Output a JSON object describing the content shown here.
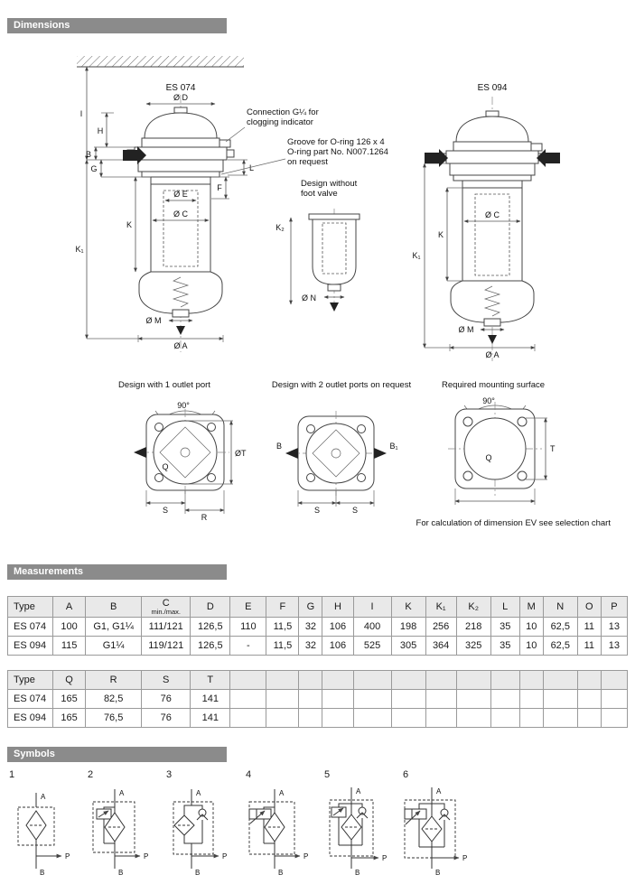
{
  "colors": {
    "section_bar": "#8b8b8b",
    "table_header_bg": "#e9e9e9"
  },
  "sections": {
    "dimensions": {
      "title": "Dimensions"
    },
    "measurements": {
      "title": "Measurements"
    },
    "symbols_sec": {
      "title": "Symbols"
    }
  },
  "drawing": {
    "es074_label": "ES 074",
    "es094_label": "ES 094",
    "notes": {
      "connection_l1": "Connection G¼ for",
      "connection_l2": "clogging indicator",
      "groove_l1": "Groove for O-ring 126 x 4",
      "groove_l2": "O-ring part No. N007.1264",
      "groove_l3": "on request",
      "no_foot_l1": "Design without",
      "no_foot_l2": "foot valve"
    },
    "dims": {
      "dia_d": "Ø D",
      "dia_e": "Ø E",
      "dia_c": "Ø C",
      "dia_m": "Ø M",
      "dia_a": "Ø A",
      "dia_n": "Ø N",
      "i": "I",
      "h": "H",
      "b": "B",
      "g": "G",
      "f": "F",
      "l": "L",
      "k": "K",
      "k1": "K₁",
      "k2": "K₂",
      "angle": "90°",
      "q": "Q",
      "t": "T",
      "dia_t": "ØT",
      "s": "S",
      "r": "R",
      "b1": "B₁"
    },
    "captions": {
      "outlet1": "Design with 1 outlet port",
      "outlet2": "Design with 2 outlet ports on request",
      "mounting": "Required mounting surface"
    },
    "footnote": "For calculation of dimension EV see selection chart"
  },
  "tables": {
    "t1": {
      "headers": [
        "Type",
        "A",
        "B",
        {
          "label": "C",
          "sub": "min./max."
        },
        "D",
        "E",
        "F",
        "G",
        "H",
        "I",
        "K",
        "K₁",
        "K₂",
        "L",
        "M",
        "N",
        "O",
        "P"
      ],
      "rows": [
        [
          "ES 074",
          "100",
          "G1, G1¼",
          "111/121",
          "126,5",
          "110",
          "11,5",
          "32",
          "106",
          "400",
          "198",
          "256",
          "218",
          "35",
          "10",
          "62,5",
          "11",
          "13"
        ],
        [
          "ES 094",
          "115",
          "G1¼",
          "119/121",
          "126,5",
          "-",
          "11,5",
          "32",
          "106",
          "525",
          "305",
          "364",
          "325",
          "35",
          "10",
          "62,5",
          "11",
          "13"
        ]
      ]
    },
    "t2": {
      "headers": [
        "Type",
        "Q",
        "R",
        "S",
        "T",
        "",
        "",
        "",
        "",
        "",
        "",
        "",
        "",
        "",
        "",
        "",
        "",
        ""
      ],
      "rows": [
        [
          "ES 074",
          "165",
          "82,5",
          "76",
          "141",
          "",
          "",
          "",
          "",
          "",
          "",
          "",
          "",
          "",
          "",
          "",
          "",
          ""
        ],
        [
          "ES 094",
          "165",
          "76,5",
          "76",
          "141",
          "",
          "",
          "",
          "",
          "",
          "",
          "",
          "",
          "",
          "",
          "",
          "",
          ""
        ]
      ]
    }
  },
  "symbols": {
    "items": [
      {
        "num": "1",
        "a": "A",
        "p": "P",
        "b": "B"
      },
      {
        "num": "2",
        "a": "A",
        "p": "P",
        "b": "B"
      },
      {
        "num": "3",
        "a": "A",
        "p": "P",
        "b": "B"
      },
      {
        "num": "4",
        "a": "A",
        "p": "P",
        "b": "B"
      },
      {
        "num": "5",
        "a": "A",
        "p": "P",
        "b": "B"
      },
      {
        "num": "6",
        "a": "A",
        "p": "P",
        "b": "B"
      }
    ]
  }
}
